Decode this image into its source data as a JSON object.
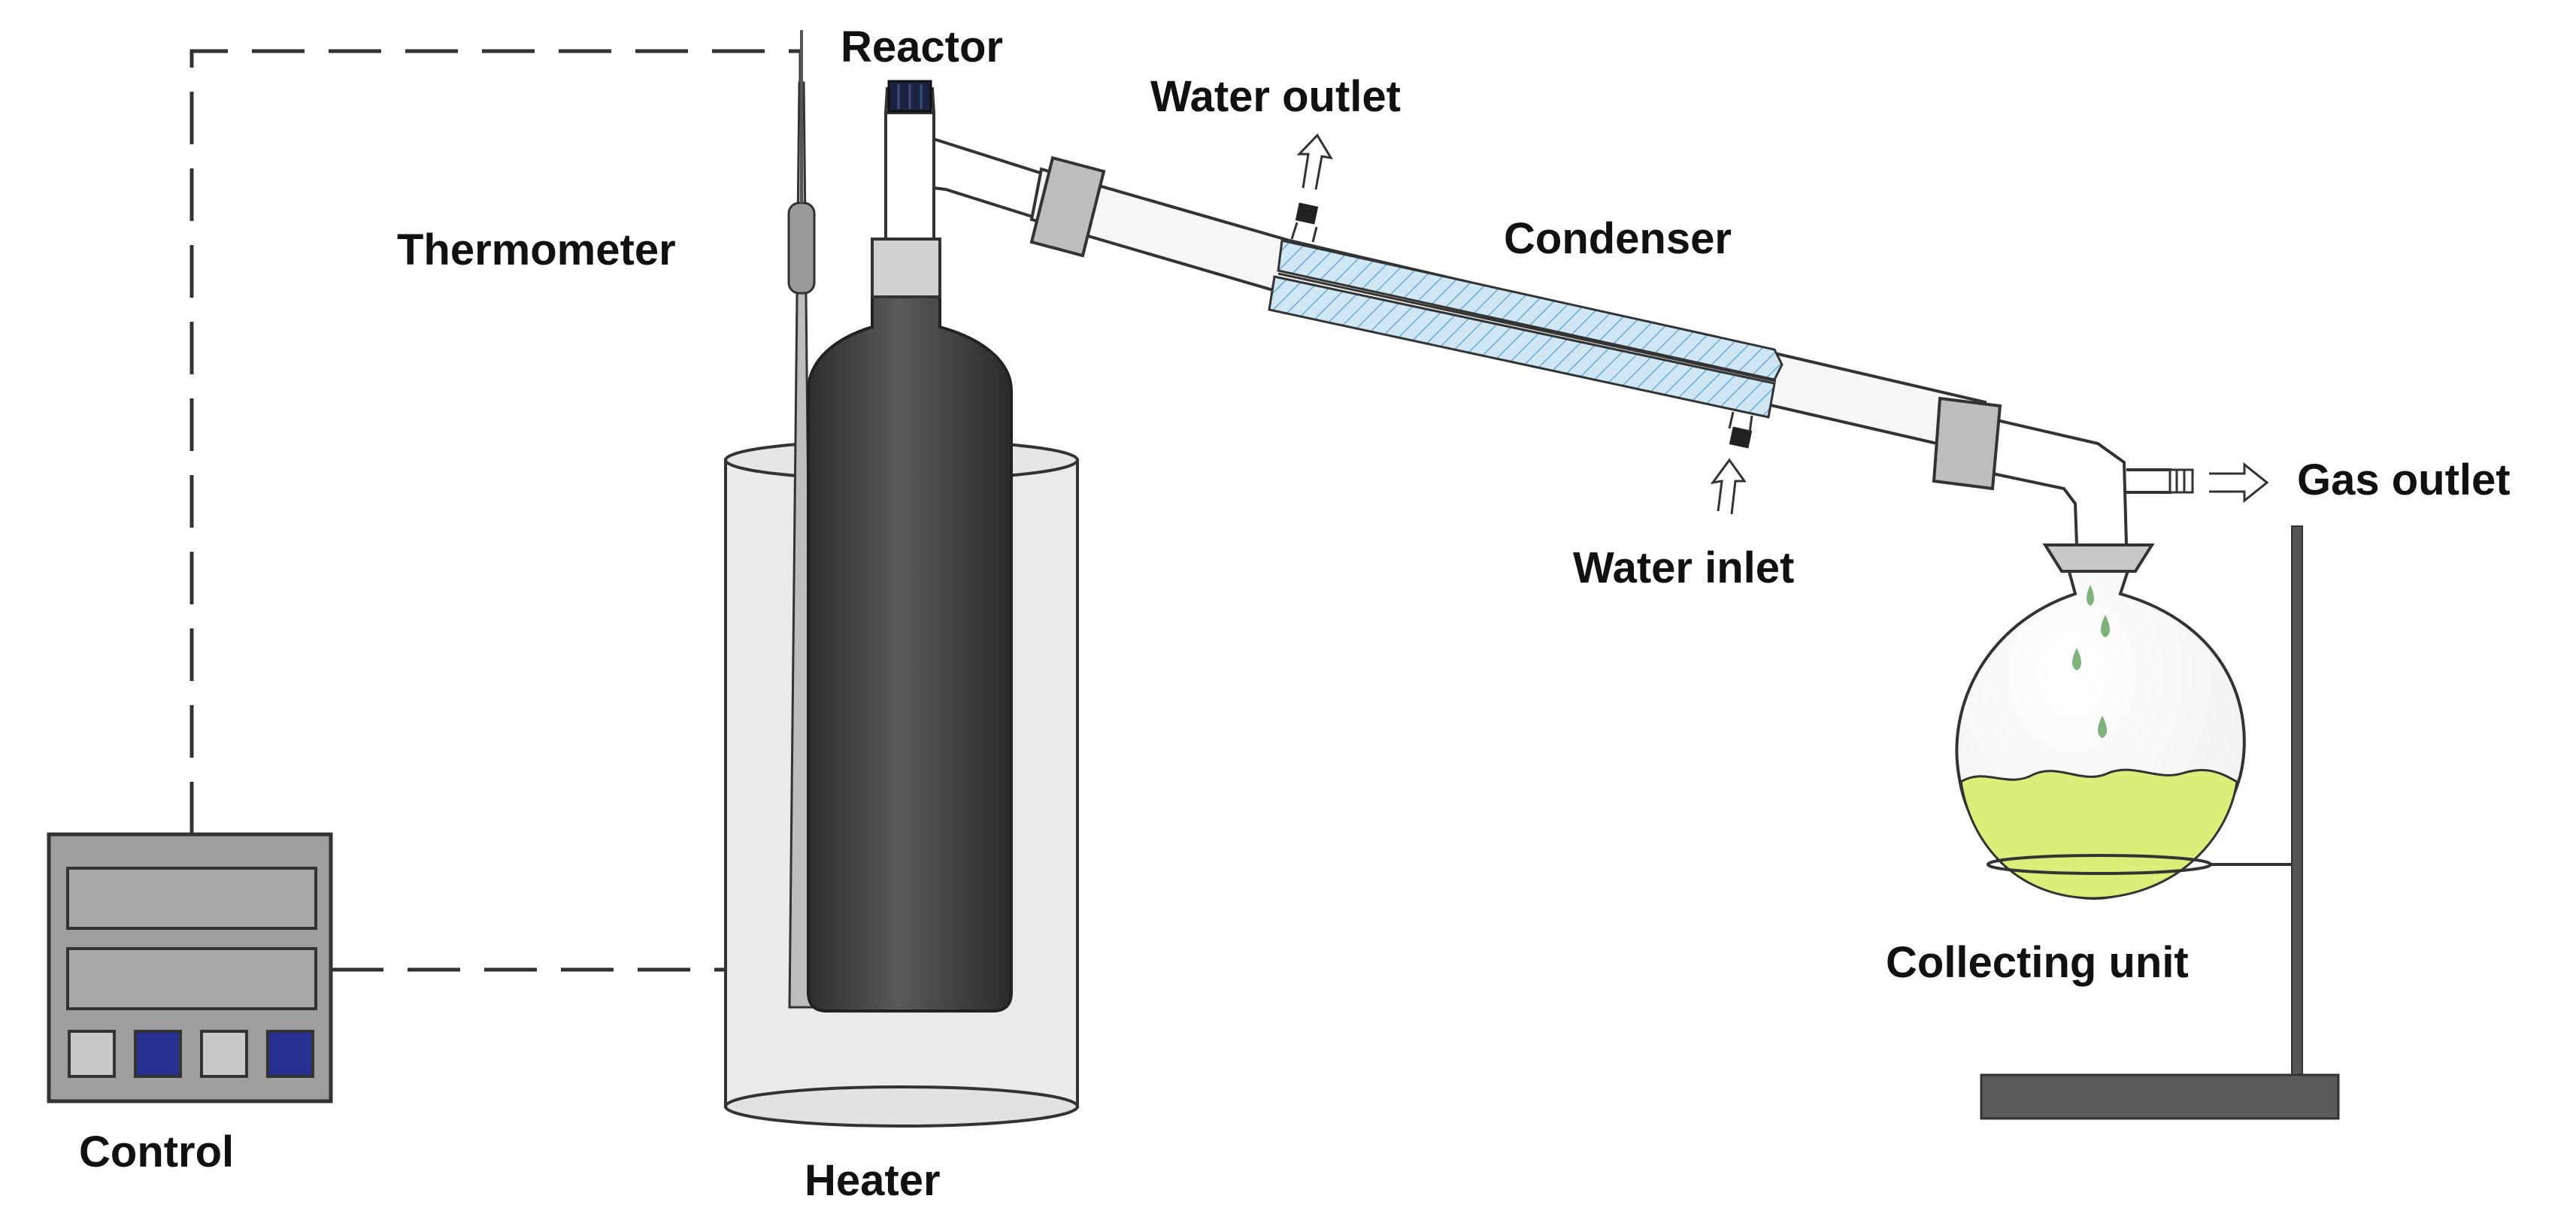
{
  "labels": {
    "reactor": "Reactor",
    "water_outlet": "Water outlet",
    "thermometer": "Thermometer",
    "condenser": "Condenser",
    "gas_outlet": "Gas outlet",
    "water_inlet": "Water inlet",
    "collecting_unit": "Collecting unit",
    "control": "Control",
    "heater": "Heater"
  },
  "colors": {
    "reactor_body": "#4a4a4a",
    "heater_bath": "#d9d9d9",
    "condenser_jacket": "#c9e2f2",
    "liquid": "#dcee7a",
    "droplet": "#7fb27a",
    "control_panel": "#9e9e9e",
    "control_button_dark": "#27318f",
    "control_button_light": "#c8c8c8",
    "stand": "#555555"
  },
  "control_panel": {
    "buttons": [
      "light",
      "dark",
      "light",
      "dark"
    ]
  }
}
